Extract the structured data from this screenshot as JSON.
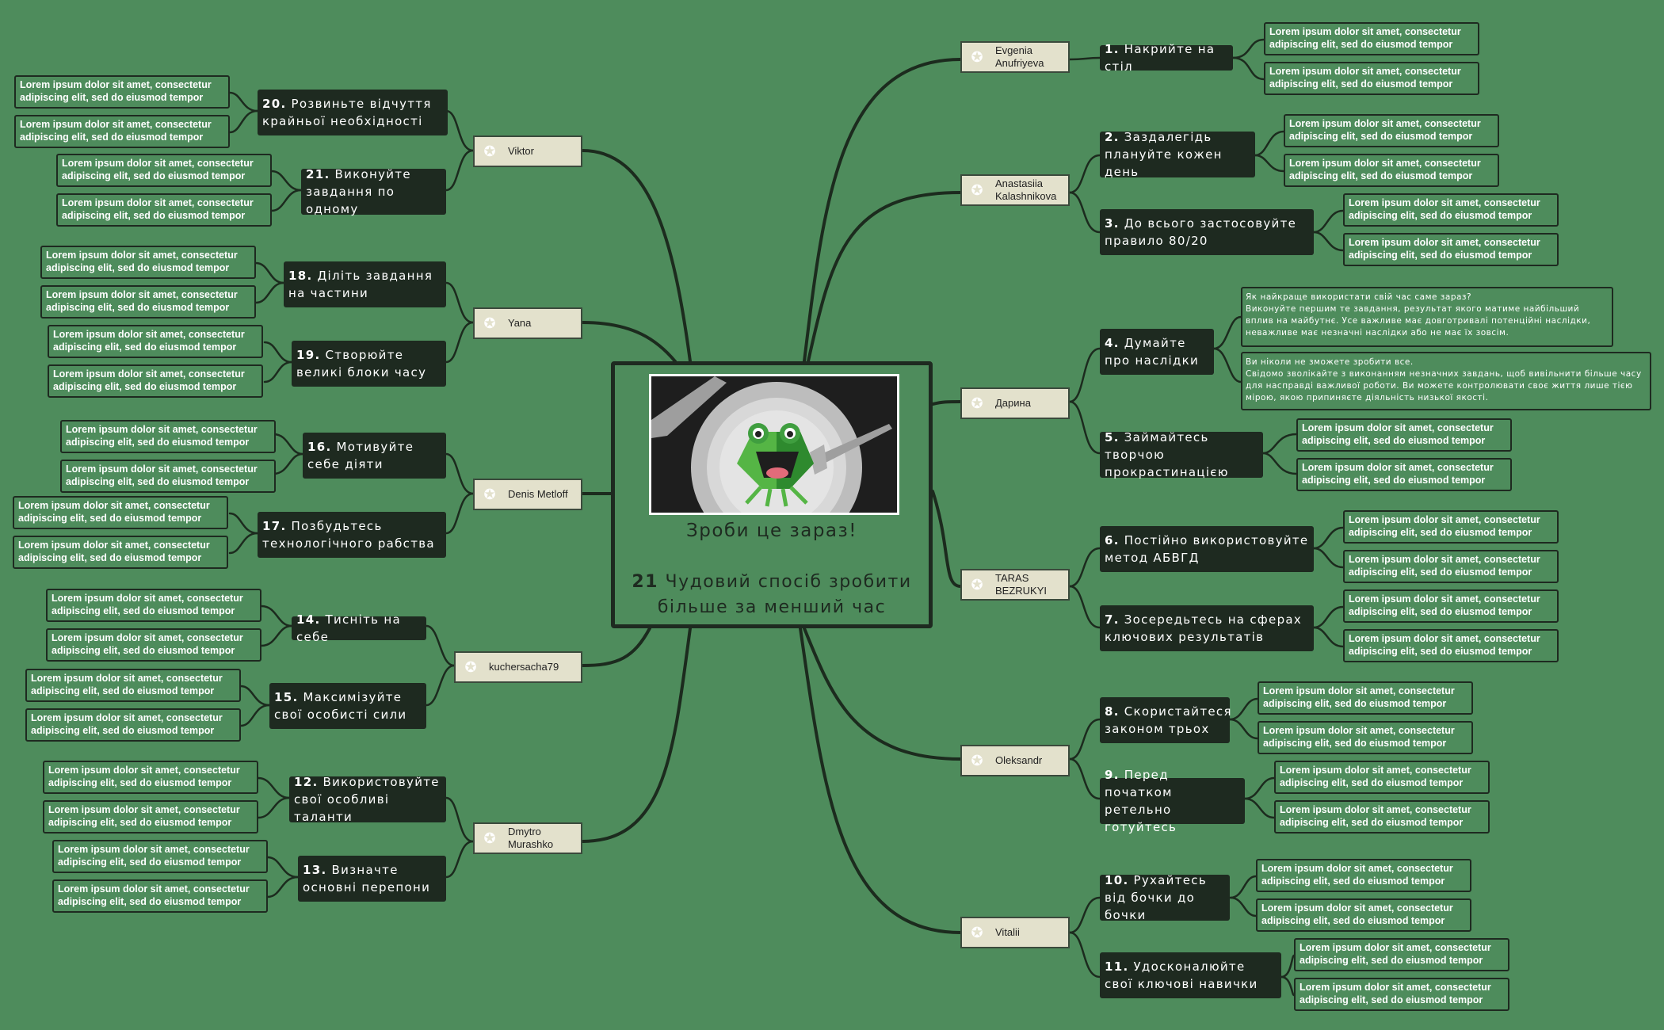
{
  "center": {
    "title": "Зроби це зараз!",
    "subtitle_num": "21",
    "subtitle_rest": "Чудовий спосіб зробити",
    "subtitle_line2": "більше за менший час"
  },
  "authors": [
    {
      "name": "Evgenia\nAnufriyeva"
    },
    {
      "name": "Anastasiia\nKalashnikova"
    },
    {
      "name": "Дарина"
    },
    {
      "name": "TARAS\nBEZRUKYI"
    },
    {
      "name": "Oleksandr"
    },
    {
      "name": "Vitalii"
    },
    {
      "name": "Viktor"
    },
    {
      "name": "Yana"
    },
    {
      "name": "Denis Metloff"
    },
    {
      "name": "kuchersacha79"
    },
    {
      "name": "Dmytro\nMurashko"
    }
  ],
  "topics": [
    {
      "num": "1.",
      "text": "Накрийте на стіл"
    },
    {
      "num": "2.",
      "text": "Заздалегідь плануйте кожен день"
    },
    {
      "num": "3.",
      "text": "До всього застосовуйте правило 80/20"
    },
    {
      "num": "4.",
      "text": "Думайте про наслідки"
    },
    {
      "num": "5.",
      "text": "Займайтесь творчою прокрастинацією"
    },
    {
      "num": "6.",
      "text": "Постійно використовуйте метод АБВГД"
    },
    {
      "num": "7.",
      "text": "Зосередьтесь на сферах ключових результатів"
    },
    {
      "num": "8.",
      "text": "Скористайтеся законом трьох"
    },
    {
      "num": "9.",
      "text": "Перед початком ретельно готуйтесь"
    },
    {
      "num": "10.",
      "text": "Рухайтесь від бочки до бочки"
    },
    {
      "num": "11.",
      "text": "Удосконалюйте свої ключові навички"
    },
    {
      "num": "20.",
      "text": "Розвиньте відчуття крайньої необхідності"
    },
    {
      "num": "21.",
      "text": "Виконуйте завдання по одному"
    },
    {
      "num": "18.",
      "text": "Діліть завдання на частини"
    },
    {
      "num": "19.",
      "text": "Створюйте великі блоки часу"
    },
    {
      "num": "16.",
      "text": "Мотивуйте себе діяти"
    },
    {
      "num": "17.",
      "text": "Позбудьтесь технологічного рабства"
    },
    {
      "num": "14.",
      "text": "Тисніть на себе"
    },
    {
      "num": "15.",
      "text": "Максимізуйте свої особисті сили"
    },
    {
      "num": "12.",
      "text": "Використовуйте свої особливі таланти"
    },
    {
      "num": "13.",
      "text": "Визначте основні перепони"
    }
  ],
  "lorem": "Lorem ipsum dolor sit amet, consectetur adipiscing elit, sed do eiusmod tempor",
  "long_notes": [
    {
      "text": "Як найкраще використати свій час саме зараз?\nВиконуйте першим те завдання, результат якого матиме найбільший вплив на майбутнє. Усе важливе має довготривалі потенційні наслідки, неважливе має незначні наслідки або не має їх зовсім."
    },
    {
      "text": "Ви ніколи не зможете зробити все.\nСвідомо зволікайте з виконанням незначних завдань, щоб вивільнити більше часу для насправді важливої роботи. Ви можете контролювати своє життя лише тією мірою, якою припиняєте діяльність низької якості."
    }
  ],
  "colors": {
    "background": "#4e8c5c",
    "topic": "#1e2a20",
    "author": "#e3e1cc",
    "link": "#1c2b1e"
  },
  "icons": {
    "author": "star-badge-icon",
    "illustration": "frog-on-plate-illustration"
  }
}
